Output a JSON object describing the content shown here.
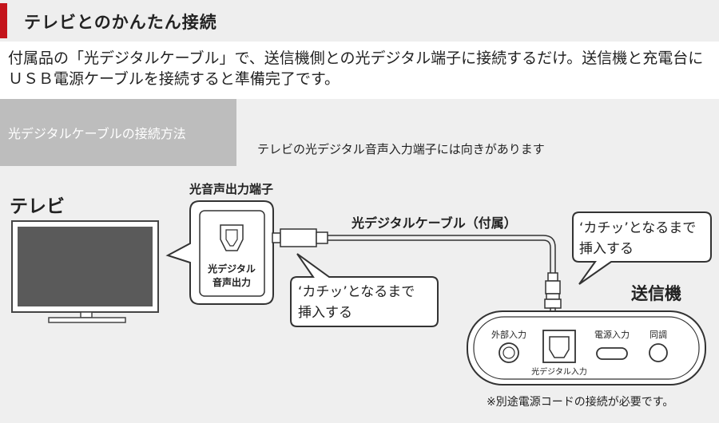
{
  "header": {
    "title": "テレビとのかんたん接続"
  },
  "intro": "付属品の「光デジタルケーブル」で、送信機側との光デジタル端子に接続するだけ。送信機と充電台にＵＳＢ電源ケーブルを接続すると準備完了です。",
  "section_label": "光デジタルケーブルの接続方法",
  "note_top": "テレビの光デジタル音声入力端子には向きがあります",
  "diagram": {
    "tv_label": "テレビ",
    "tv_port_title": "光音声出力端子",
    "tv_port_caption_1": "光デジタル",
    "tv_port_caption_2": "音声出力",
    "cable_label": "光デジタルケーブル（付属）",
    "click_left_1": "‘カチッ’となるまで",
    "click_left_2": "挿入する",
    "click_right_1": "‘カチッ’となるまで",
    "click_right_2": "挿入する",
    "transmitter_label": "送信機",
    "port_external": "外部入力",
    "port_power": "電源入力",
    "port_sync": "同調",
    "port_optical": "光デジタル入力",
    "footnote": "※別途電源コードの接続が必要です。"
  },
  "colors": {
    "accent": "#c4141b",
    "header_bg": "#eeeeee",
    "diagram_bg": "#efefef",
    "label_bg": "#bdbdbd",
    "screen": "#5a5a5a"
  }
}
